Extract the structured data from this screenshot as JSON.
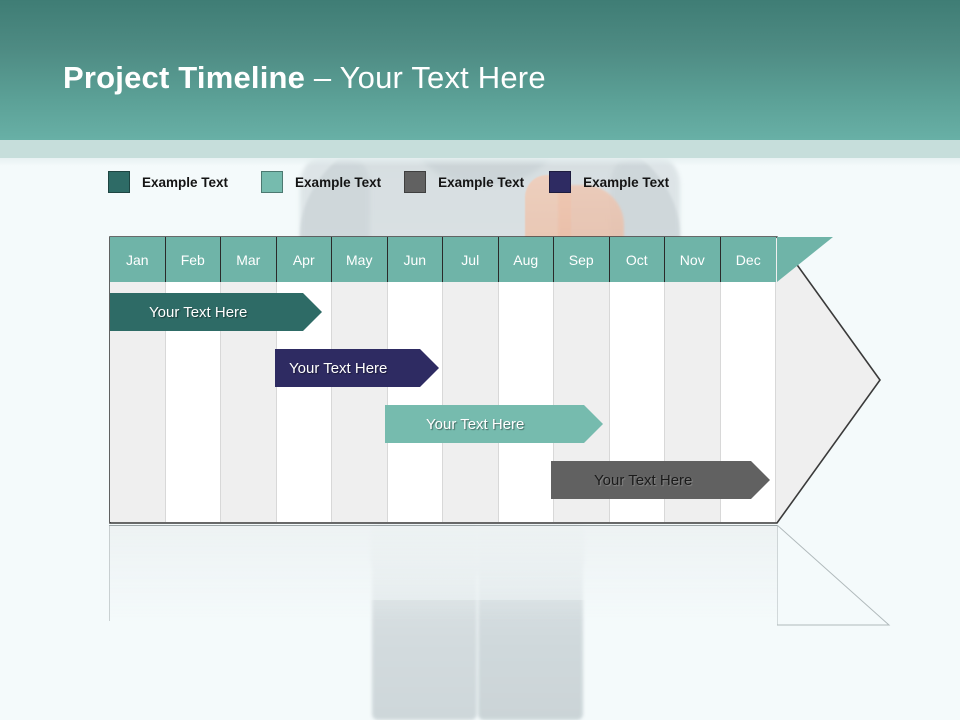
{
  "slide": {
    "background_color": "#f4fafb",
    "header": {
      "title_bold": "Project Timeline",
      "title_separator": " – ",
      "title_light": "Your Text Here",
      "gradient_from": "#3f7d75",
      "gradient_to": "#68b0a6",
      "accent_band_color": "#c6dedb"
    }
  },
  "legend": {
    "items": [
      {
        "label": "Example Text",
        "color": "#2e6b66",
        "swatch_name": "legend-swatch-dark-teal"
      },
      {
        "label": "Example Text",
        "color": "#76bbae",
        "swatch_name": "legend-swatch-light-teal"
      },
      {
        "label": "Example Text",
        "color": "#616161",
        "swatch_name": "legend-swatch-gray"
      },
      {
        "label": "Example Text",
        "color": "#2e2b62",
        "swatch_name": "legend-swatch-navy"
      }
    ]
  },
  "chart_data": {
    "type": "bar",
    "title": "Project Timeline",
    "xlabel": "",
    "ylabel": "",
    "grid": true,
    "legend_position": "top",
    "categories": [
      "Jan",
      "Feb",
      "Mar",
      "Apr",
      "May",
      "Jun",
      "Jul",
      "Aug",
      "Sep",
      "Oct",
      "Nov",
      "Dec"
    ],
    "header_color": "#6fb4a8",
    "header_text_color": "#ffffff",
    "stripe_colors": [
      "#efefef",
      "#ffffff"
    ],
    "series": [
      {
        "name": "Example Text",
        "label": "Your  Text Here",
        "color": "#2e6b66",
        "text_color": "#ffffff",
        "start_month": "Jan",
        "end_month": "May",
        "start_index": 0,
        "end_index": 4,
        "row": 1
      },
      {
        "name": "Example Text",
        "label": "Your  Text Here",
        "color": "#2e2b62",
        "text_color": "#ffffff",
        "start_month": "Apr",
        "end_month": "Jul",
        "start_index": 3,
        "end_index": 6,
        "row": 2
      },
      {
        "name": "Example Text",
        "label": "Your  Text Here",
        "color": "#76bbae",
        "text_color": "#ffffff",
        "start_month": "Jun",
        "end_month": "Sep",
        "start_index": 5,
        "end_index": 8,
        "row": 3
      },
      {
        "name": "Example Text",
        "label": "Your  Text Here",
        "color": "#616161",
        "text_color": "#1a1a1a",
        "start_month": "Sep",
        "end_month": "Dec",
        "start_index": 8,
        "end_index": 11,
        "row": 4
      }
    ]
  }
}
